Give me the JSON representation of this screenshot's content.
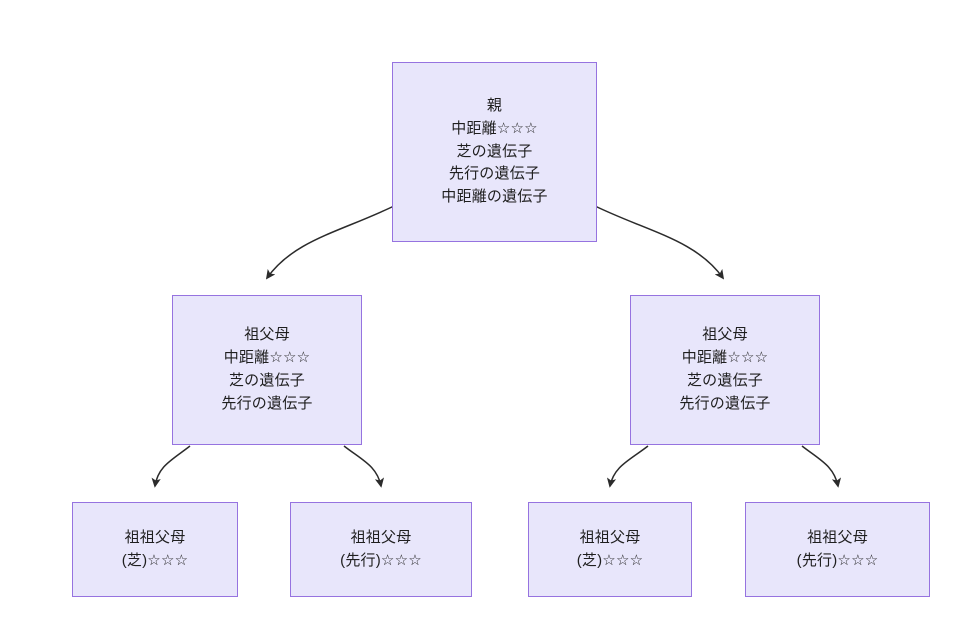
{
  "diagram": {
    "type": "pedigree-tree",
    "background_color": "#ffffff",
    "node_fill_color": "#e8e6fb",
    "node_border_color": "#9673e0",
    "edge_color": "#2b2b2b",
    "text_color": "#1f1f1f",
    "star_glyph": "☆",
    "nodes": [
      {
        "id": "parent",
        "role": "parent",
        "lines": [
          "親",
          "中距離☆☆☆",
          "芝の遺伝子",
          "先行の遺伝子",
          "中距離の遺伝子"
        ]
      },
      {
        "id": "gp-left",
        "role": "grandparent",
        "lines": [
          "祖父母",
          "中距離☆☆☆",
          "芝の遺伝子",
          "先行の遺伝子"
        ]
      },
      {
        "id": "gp-right",
        "role": "grandparent",
        "lines": [
          "祖父母",
          "中距離☆☆☆",
          "芝の遺伝子",
          "先行の遺伝子"
        ]
      },
      {
        "id": "ggp-1",
        "role": "great-grandparent",
        "lines": [
          "祖祖父母",
          "(芝)☆☆☆"
        ]
      },
      {
        "id": "ggp-2",
        "role": "great-grandparent",
        "lines": [
          "祖祖父母",
          "(先行)☆☆☆"
        ]
      },
      {
        "id": "ggp-3",
        "role": "great-grandparent",
        "lines": [
          "祖祖父母",
          "(芝)☆☆☆"
        ]
      },
      {
        "id": "ggp-4",
        "role": "great-grandparent",
        "lines": [
          "祖祖父母",
          "(先行)☆☆☆"
        ]
      }
    ],
    "edges": [
      {
        "from": "parent",
        "to": "gp-left"
      },
      {
        "from": "parent",
        "to": "gp-right"
      },
      {
        "from": "gp-left",
        "to": "ggp-1"
      },
      {
        "from": "gp-left",
        "to": "ggp-2"
      },
      {
        "from": "gp-right",
        "to": "ggp-3"
      },
      {
        "from": "gp-right",
        "to": "ggp-4"
      }
    ]
  }
}
